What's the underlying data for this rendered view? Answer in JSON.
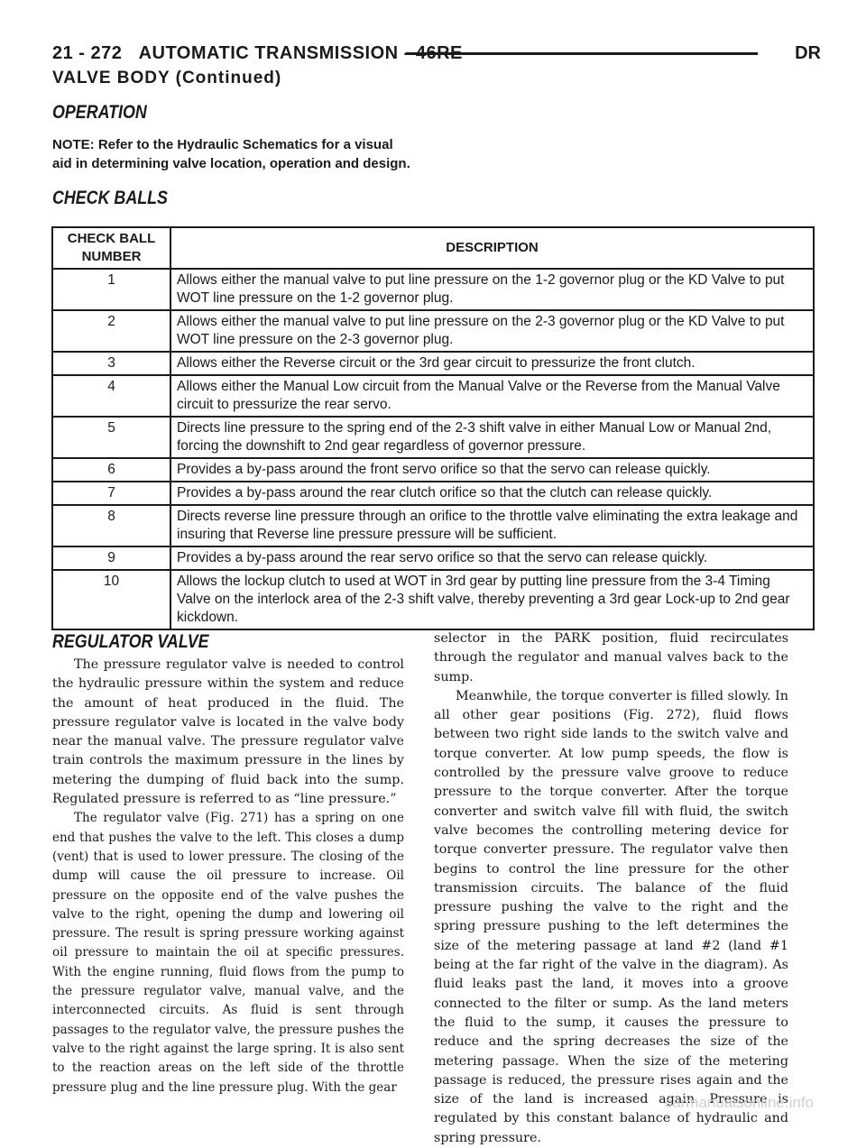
{
  "header": {
    "page_ref": "21 - 272",
    "title": "AUTOMATIC TRANSMISSION - 46RE",
    "code": "DR"
  },
  "continued_heading": "VALVE BODY (Continued)",
  "operation": {
    "heading": "OPERATION",
    "note": "NOTE: Refer to the Hydraulic Schematics for a visual aid in determining valve location, operation and design."
  },
  "check_balls": {
    "heading": "CHECK BALLS",
    "col_number": "CHECK BALL NUMBER",
    "col_description": "DESCRIPTION",
    "rows": [
      {
        "number": "1",
        "description": "Allows either the manual valve to put line pressure on the 1-2 governor plug or the KD Valve to put WOT line pressure on the 1-2 governor plug."
      },
      {
        "number": "2",
        "description": "Allows either the manual valve to put line pressure on the 2-3 governor plug or the KD Valve to put WOT line pressure on the 2-3 governor plug."
      },
      {
        "number": "3",
        "description": "Allows either the Reverse circuit or the 3rd gear circuit to pressurize the front clutch."
      },
      {
        "number": "4",
        "description": "Allows either the Manual Low circuit from the Manual Valve or the Reverse from the Manual Valve circuit to pressurize the rear servo."
      },
      {
        "number": "5",
        "description": "Directs line pressure to the spring end of the 2-3 shift valve in either Manual Low or Manual 2nd, forcing the downshift to 2nd gear regardless of governor pressure."
      },
      {
        "number": "6",
        "description": "Provides a by-pass around the front servo orifice so that the servo can release quickly."
      },
      {
        "number": "7",
        "description": "Provides a by-pass around the rear clutch orifice so that the clutch can release quickly."
      },
      {
        "number": "8",
        "description": "Directs reverse line pressure through an orifice to the throttle valve eliminating the extra leakage and insuring that Reverse line pressure pressure will be sufficient."
      },
      {
        "number": "9",
        "description": "Provides a by-pass around the rear servo orifice so that the servo can release quickly."
      },
      {
        "number": "10",
        "description": "Allows the lockup clutch to used at WOT in 3rd gear by putting line pressure from the 3-4 Timing Valve on the interlock area of the 2-3 shift valve, thereby preventing a 3rd gear Lock-up to 2nd gear kickdown."
      }
    ]
  },
  "regulator_valve": {
    "heading": "REGULATOR VALVE",
    "left_p1": "The pressure regulator valve is needed to control the hydraulic pressure within the system and reduce the amount of heat produced in the fluid. The pressure regulator valve is located in the valve body near the manual valve. The pressure regulator valve train controls the maximum pressure in the lines by metering the dumping of fluid back into the sump. Regulated pressure is referred to as “line pressure.”",
    "left_p2": "The regulator valve (Fig. 271) has a spring on one end that pushes the valve to the left. This closes a dump (vent) that is used to lower pressure. The closing of the dump will cause the oil pressure to increase. Oil pressure on the opposite end of the valve pushes the valve to the right, opening the dump and lowering oil pressure. The result is spring pressure working against oil pressure to maintain the oil at specific pressures. With the engine running, fluid flows from the pump to the pressure regulator valve, manual valve, and the interconnected circuits. As fluid is sent through passages to the regulator valve, the pressure pushes the valve to the right against the large spring. It is also sent to the reaction areas on the left side of the throttle pressure plug and the line pressure plug. With the gear",
    "right_p1": "selector in the PARK position, fluid recirculates through the regulator and manual valves back to the sump.",
    "right_p2": "Meanwhile, the torque converter is filled slowly. In all other gear positions (Fig. 272), fluid flows between two right side lands to the switch valve and torque converter. At low pump speeds, the flow is controlled by the pressure valve groove to reduce pressure to the torque converter. After the torque converter and switch valve fill with fluid, the switch valve becomes the controlling metering device for torque converter pressure. The regulator valve then begins to control the line pressure for the other transmission circuits. The balance of the fluid pressure pushing the valve to the right and the spring pressure pushing to the left determines the size of the metering passage at land #2 (land #1 being at the far right of the valve in the diagram). As fluid leaks past the land, it moves into a groove connected to the filter or sump. As the land meters the fluid to the sump, it causes the pressure to reduce and the spring decreases the size of the metering passage. When the size of the metering passage is reduced, the pressure rises again and the size of the land is increased again. Pressure is regulated by this constant balance of hydraulic and spring pressure."
  },
  "watermark": "carmanualsonline.info"
}
